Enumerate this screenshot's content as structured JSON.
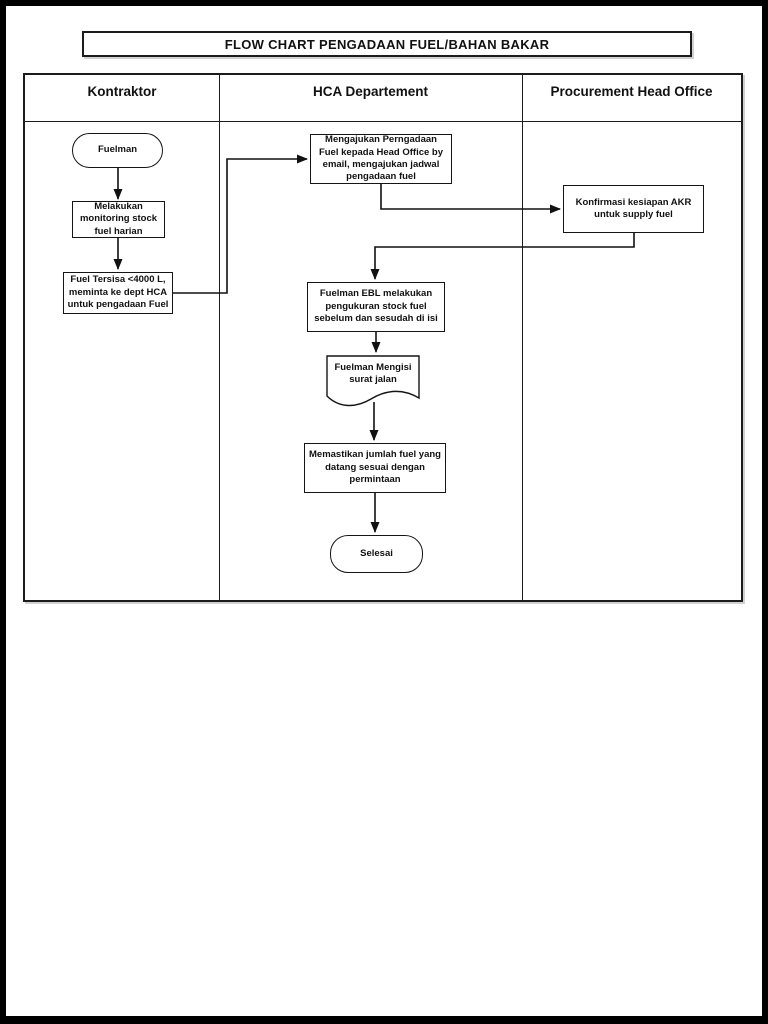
{
  "title": "FLOW CHART PENGADAAN FUEL/BAHAN BAKAR",
  "lanes": [
    {
      "label": "Kontraktor"
    },
    {
      "label": "HCA Departement"
    },
    {
      "label": "Procurement Head Office"
    }
  ],
  "nodes": {
    "start": {
      "shape": "terminator",
      "lane": "Kontraktor",
      "label": "Fuelman"
    },
    "monitoring": {
      "shape": "process",
      "lane": "Kontraktor",
      "label": "Melakukan monitoring stock fuel harian"
    },
    "tersisa": {
      "shape": "process",
      "lane": "Kontraktor",
      "label": "Fuel Tersisa <4000 L, meminta ke dept HCA untuk pengadaan Fuel"
    },
    "mengajukan": {
      "shape": "process",
      "lane": "HCA Departement",
      "label": "Mengajukan Perngadaan Fuel kepada Head Office by email, mengajukan jadwal pengadaan fuel"
    },
    "konfirmasi": {
      "shape": "process",
      "lane": "Procurement Head Office",
      "label": "Konfirmasi kesiapan AKR untuk supply fuel"
    },
    "pengukuran": {
      "shape": "process",
      "lane": "HCA Departement",
      "label": "Fuelman EBL melakukan pengukuran stock fuel sebelum dan sesudah di isi"
    },
    "surat_jalan": {
      "shape": "document",
      "lane": "HCA Departement",
      "label": "Fuelman Mengisi surat jalan"
    },
    "memastikan": {
      "shape": "process",
      "lane": "HCA Departement",
      "label": "Memastikan jumlah fuel yang datang sesuai dengan permintaan"
    },
    "end": {
      "shape": "terminator",
      "lane": "HCA Departement",
      "label": "Selesai"
    }
  },
  "colors": {
    "line": "#111111",
    "page_bg": "#ffffff",
    "frame": "#000000"
  }
}
